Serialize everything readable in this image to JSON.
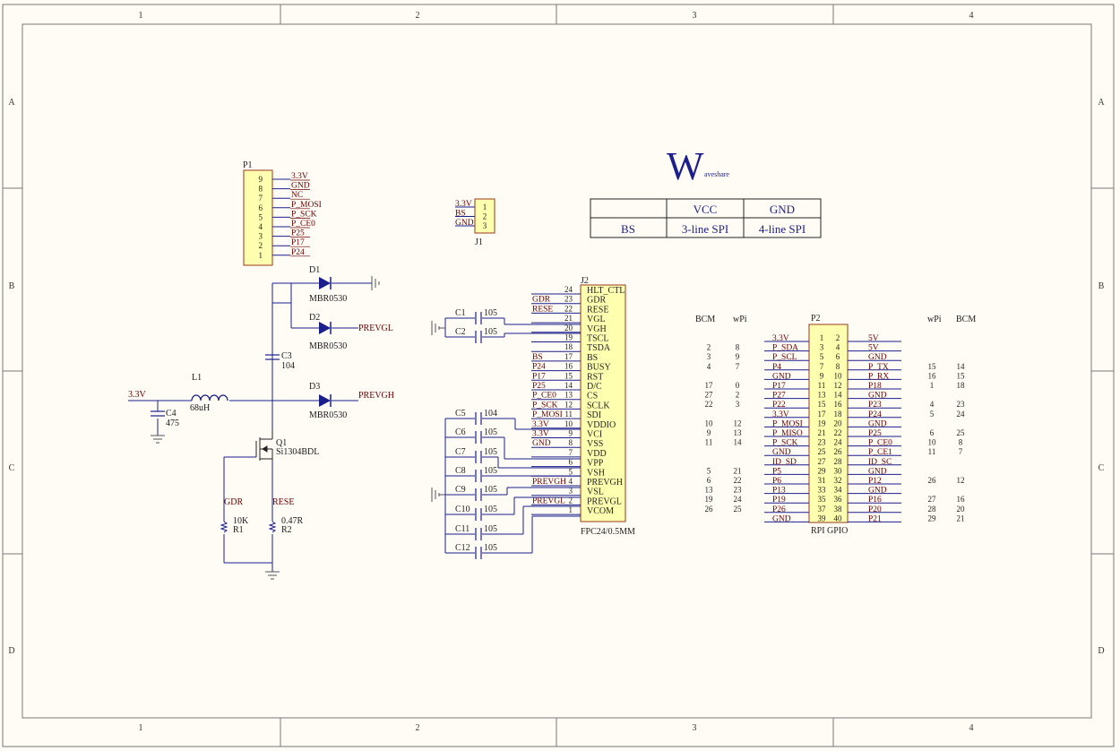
{
  "border": {
    "columns": [
      "1",
      "2",
      "3",
      "4"
    ],
    "rows": [
      "A",
      "B",
      "C",
      "D"
    ]
  },
  "logo": {
    "mark": "W",
    "name": "aveshare"
  },
  "bs_table": {
    "headers": [
      "",
      "VCC",
      "GND"
    ],
    "row": [
      "BS",
      "3-line SPI",
      "4-line SPI"
    ]
  },
  "p1": {
    "ref": "P1",
    "pins": [
      {
        "num": "9",
        "net": "3.3V"
      },
      {
        "num": "8",
        "net": "GND"
      },
      {
        "num": "7",
        "net": "NC"
      },
      {
        "num": "6",
        "net": "P_MOSI"
      },
      {
        "num": "5",
        "net": "P_SCK"
      },
      {
        "num": "4",
        "net": "P_CE0"
      },
      {
        "num": "3",
        "net": "P25"
      },
      {
        "num": "2",
        "net": "P17"
      },
      {
        "num": "1",
        "net": "P24"
      }
    ]
  },
  "j1": {
    "ref": "J1",
    "pins": [
      {
        "num": "1",
        "net": "3.3V"
      },
      {
        "num": "2",
        "net": "BS"
      },
      {
        "num": "3",
        "net": "GND"
      }
    ]
  },
  "power": {
    "d1": {
      "ref": "D1",
      "part": "MBR0530"
    },
    "d2": {
      "ref": "D2",
      "part": "MBR0530",
      "net": "PREVGL"
    },
    "d3": {
      "ref": "D3",
      "part": "MBR0530",
      "net": "PREVGH"
    },
    "c3": {
      "ref": "C3",
      "value": "104"
    },
    "c4": {
      "ref": "C4",
      "value": "475"
    },
    "l1": {
      "ref": "L1",
      "value": "68uH"
    },
    "q1": {
      "ref": "Q1",
      "part": "Si1304BDL"
    },
    "r1": {
      "ref": "R1",
      "value": "10K",
      "net": "GDR"
    },
    "r2": {
      "ref": "R2",
      "value": "0.47R",
      "net": "RESE"
    },
    "supply": "3.3V"
  },
  "j2": {
    "ref": "J2",
    "part": "FPC24/0.5MM",
    "pins": [
      {
        "num": "24",
        "name": "HLT_CTL",
        "net": ""
      },
      {
        "num": "23",
        "name": "GDR",
        "net": "GDR"
      },
      {
        "num": "22",
        "name": "RESE",
        "net": "RESE"
      },
      {
        "num": "21",
        "name": "VGL",
        "net": ""
      },
      {
        "num": "20",
        "name": "VGH",
        "net": ""
      },
      {
        "num": "19",
        "name": "TSCL",
        "net": ""
      },
      {
        "num": "18",
        "name": "TSDA",
        "net": ""
      },
      {
        "num": "17",
        "name": "BS",
        "net": "BS"
      },
      {
        "num": "16",
        "name": "BUSY",
        "net": "P24"
      },
      {
        "num": "15",
        "name": "RST",
        "net": "P17"
      },
      {
        "num": "14",
        "name": "D/C",
        "net": "P25"
      },
      {
        "num": "13",
        "name": "CS",
        "net": "P_CE0"
      },
      {
        "num": "12",
        "name": "SCLK",
        "net": "P_SCK"
      },
      {
        "num": "11",
        "name": "SDI",
        "net": "P_MOSI"
      },
      {
        "num": "10",
        "name": "VDDIO",
        "net": "3.3V"
      },
      {
        "num": "9",
        "name": "VCI",
        "net": "3.3V"
      },
      {
        "num": "8",
        "name": "VSS",
        "net": "GND"
      },
      {
        "num": "7",
        "name": "VDD",
        "net": ""
      },
      {
        "num": "6",
        "name": "VPP",
        "net": ""
      },
      {
        "num": "5",
        "name": "VSH",
        "net": ""
      },
      {
        "num": "4",
        "name": "PREVGH",
        "net": "PREVGH"
      },
      {
        "num": "3",
        "name": "VSL",
        "net": ""
      },
      {
        "num": "2",
        "name": "PREVGL",
        "net": "PREVGL"
      },
      {
        "num": "1",
        "name": "VCOM",
        "net": ""
      }
    ]
  },
  "caps": [
    {
      "ref": "C1",
      "value": "105"
    },
    {
      "ref": "C2",
      "value": "105"
    },
    {
      "ref": "C5",
      "value": "104"
    },
    {
      "ref": "C6",
      "value": "105"
    },
    {
      "ref": "C7",
      "value": "105"
    },
    {
      "ref": "C8",
      "value": "105"
    },
    {
      "ref": "C9",
      "value": "105"
    },
    {
      "ref": "C10",
      "value": "105"
    },
    {
      "ref": "C11",
      "value": "105"
    },
    {
      "ref": "C12",
      "value": "105"
    }
  ],
  "gpio": {
    "ref": "P2",
    "part": "RPI GPIO",
    "col_headers": {
      "bcm_left": "BCM",
      "wpi_left": "wPi",
      "wpi_right": "wPi",
      "bcm_right": "BCM"
    },
    "rows": [
      {
        "bcm_l": "",
        "wpi_l": "",
        "net_l": "3.3V",
        "odd": "1",
        "even": "2",
        "net_r": "5V",
        "wpi_r": "",
        "bcm_r": ""
      },
      {
        "bcm_l": "2",
        "wpi_l": "8",
        "net_l": "P_SDA",
        "odd": "3",
        "even": "4",
        "net_r": "5V",
        "wpi_r": "",
        "bcm_r": ""
      },
      {
        "bcm_l": "3",
        "wpi_l": "9",
        "net_l": "P_SCL",
        "odd": "5",
        "even": "6",
        "net_r": "GND",
        "wpi_r": "",
        "bcm_r": ""
      },
      {
        "bcm_l": "4",
        "wpi_l": "7",
        "net_l": "P4",
        "odd": "7",
        "even": "8",
        "net_r": "P_TX",
        "wpi_r": "15",
        "bcm_r": "14"
      },
      {
        "bcm_l": "",
        "wpi_l": "",
        "net_l": "GND",
        "odd": "9",
        "even": "10",
        "net_r": "P_RX",
        "wpi_r": "16",
        "bcm_r": "15"
      },
      {
        "bcm_l": "17",
        "wpi_l": "0",
        "net_l": "P17",
        "odd": "11",
        "even": "12",
        "net_r": "P18",
        "wpi_r": "1",
        "bcm_r": "18"
      },
      {
        "bcm_l": "27",
        "wpi_l": "2",
        "net_l": "P27",
        "odd": "13",
        "even": "14",
        "net_r": "GND",
        "wpi_r": "",
        "bcm_r": ""
      },
      {
        "bcm_l": "22",
        "wpi_l": "3",
        "net_l": "P22",
        "odd": "15",
        "even": "16",
        "net_r": "P23",
        "wpi_r": "4",
        "bcm_r": "23"
      },
      {
        "bcm_l": "",
        "wpi_l": "",
        "net_l": "3.3V",
        "odd": "17",
        "even": "18",
        "net_r": "P24",
        "wpi_r": "5",
        "bcm_r": "24"
      },
      {
        "bcm_l": "10",
        "wpi_l": "12",
        "net_l": "P_MOSI",
        "odd": "19",
        "even": "20",
        "net_r": "GND",
        "wpi_r": "",
        "bcm_r": ""
      },
      {
        "bcm_l": "9",
        "wpi_l": "13",
        "net_l": "P_MISO",
        "odd": "21",
        "even": "22",
        "net_r": "P25",
        "wpi_r": "6",
        "bcm_r": "25"
      },
      {
        "bcm_l": "11",
        "wpi_l": "14",
        "net_l": "P_SCK",
        "odd": "23",
        "even": "24",
        "net_r": "P_CE0",
        "wpi_r": "10",
        "bcm_r": "8"
      },
      {
        "bcm_l": "",
        "wpi_l": "",
        "net_l": "GND",
        "odd": "25",
        "even": "26",
        "net_r": "P_CE1",
        "wpi_r": "11",
        "bcm_r": "7"
      },
      {
        "bcm_l": "",
        "wpi_l": "",
        "net_l": "ID_SD",
        "odd": "27",
        "even": "28",
        "net_r": "ID_SC",
        "wpi_r": "",
        "bcm_r": ""
      },
      {
        "bcm_l": "5",
        "wpi_l": "21",
        "net_l": "P5",
        "odd": "29",
        "even": "30",
        "net_r": "GND",
        "wpi_r": "",
        "bcm_r": ""
      },
      {
        "bcm_l": "6",
        "wpi_l": "22",
        "net_l": "P6",
        "odd": "31",
        "even": "32",
        "net_r": "P12",
        "wpi_r": "26",
        "bcm_r": "12"
      },
      {
        "bcm_l": "13",
        "wpi_l": "23",
        "net_l": "P13",
        "odd": "33",
        "even": "34",
        "net_r": "GND",
        "wpi_r": "",
        "bcm_r": ""
      },
      {
        "bcm_l": "19",
        "wpi_l": "24",
        "net_l": "P19",
        "odd": "35",
        "even": "36",
        "net_r": "P16",
        "wpi_r": "27",
        "bcm_r": "16"
      },
      {
        "bcm_l": "26",
        "wpi_l": "25",
        "net_l": "P26",
        "odd": "37",
        "even": "38",
        "net_r": "P20",
        "wpi_r": "28",
        "bcm_r": "20"
      },
      {
        "bcm_l": "",
        "wpi_l": "",
        "net_l": "GND",
        "odd": "39",
        "even": "40",
        "net_r": "P21",
        "wpi_r": "29",
        "bcm_r": "21"
      }
    ]
  },
  "colors": {
    "paper": "#fffcf6",
    "frame": "#777777",
    "wire": "#1a1f8c",
    "net_label": "#6b0000",
    "component": "#8a0d0d",
    "connector_fill": "#ffffb0",
    "connector_stroke": "#9a3a1a",
    "diode": "#1a1f8c",
    "ground": "#555555"
  }
}
